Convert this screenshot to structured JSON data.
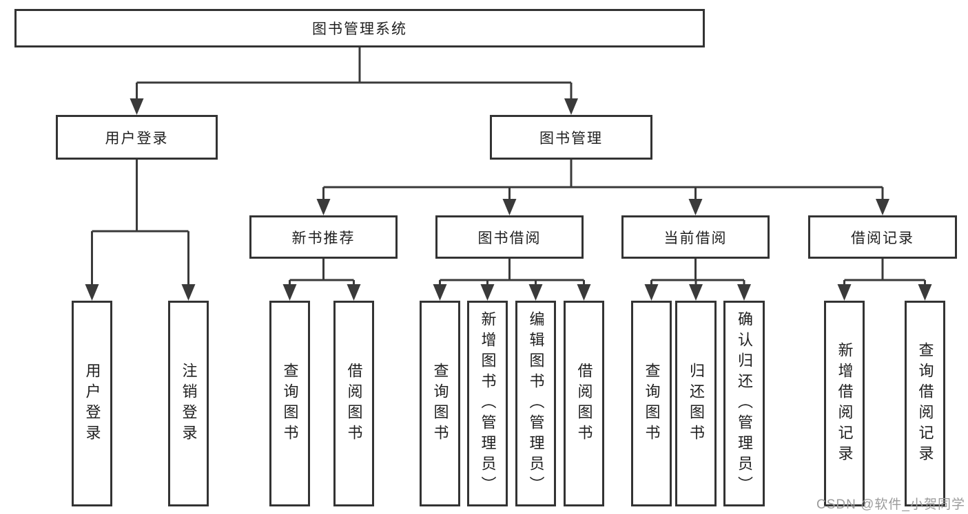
{
  "tree": {
    "label": "图书管理系统",
    "children": [
      {
        "label": "用户登录",
        "children": [
          {
            "label": "用户登录"
          },
          {
            "label": "注销登录"
          }
        ]
      },
      {
        "label": "图书管理",
        "children": [
          {
            "label": "新书推荐",
            "children": [
              {
                "label": "查询图书"
              },
              {
                "label": "借阅图书"
              }
            ]
          },
          {
            "label": "图书借阅",
            "children": [
              {
                "label": "查询图书"
              },
              {
                "label": "新增图书（管理员）"
              },
              {
                "label": "编辑图书（管理员）"
              },
              {
                "label": "借阅图书"
              }
            ]
          },
          {
            "label": "当前借阅",
            "children": [
              {
                "label": "查询图书"
              },
              {
                "label": "归还图书"
              },
              {
                "label": "确认归还（管理员）"
              }
            ]
          },
          {
            "label": "借阅记录",
            "children": [
              {
                "label": "新增借阅记录"
              },
              {
                "label": "查询借阅记录"
              }
            ]
          }
        ]
      }
    ]
  },
  "watermark": "CSDN @软件_小贺同学",
  "colors": {
    "line": "#3a3a3a",
    "border": "#333333",
    "text": "#1f1f1f",
    "watermark": "#9b9b9b",
    "background": "#ffffff"
  }
}
